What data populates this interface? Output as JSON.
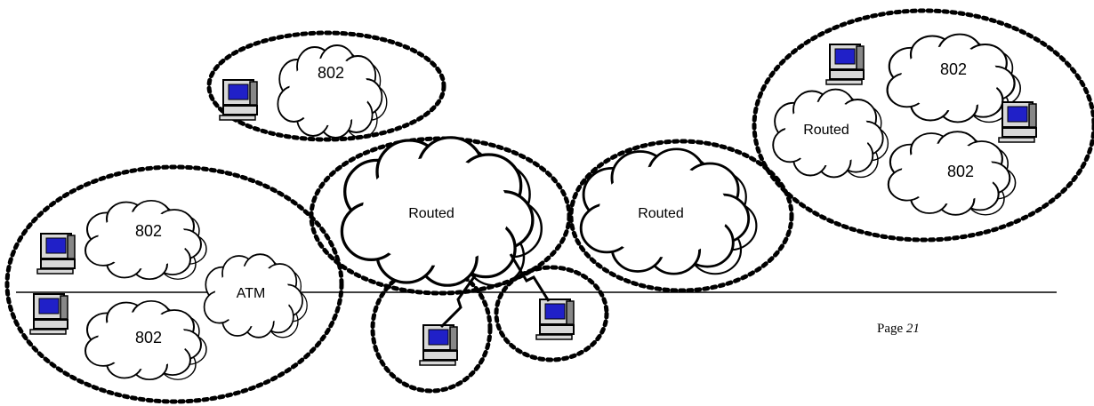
{
  "diagram": {
    "groups": [
      {
        "id": "g-top",
        "clouds": [
          {
            "label": "802"
          }
        ],
        "computers": 1
      },
      {
        "id": "g-left",
        "clouds": [
          {
            "label": "802"
          },
          {
            "label": "ATM"
          },
          {
            "label": "802"
          }
        ],
        "computers": 2
      },
      {
        "id": "g-center",
        "clouds": [
          {
            "label": "Routed"
          }
        ],
        "computers": 0
      },
      {
        "id": "g-mid-right",
        "clouds": [
          {
            "label": "Routed"
          }
        ],
        "computers": 0
      },
      {
        "id": "g-right",
        "clouds": [
          {
            "label": "802"
          },
          {
            "label": "Routed"
          },
          {
            "label": "802"
          }
        ],
        "computers": 2
      },
      {
        "id": "g-wireless-a",
        "clouds": [],
        "computers": 1
      },
      {
        "id": "g-wireless-b",
        "clouds": [],
        "computers": 1
      }
    ],
    "colors": {
      "monitor_screen": "#2020c8",
      "line": "#000000",
      "cloud_fill": "#ffffff"
    }
  },
  "footer": {
    "page_prefix": "Page",
    "page_number": "21"
  }
}
